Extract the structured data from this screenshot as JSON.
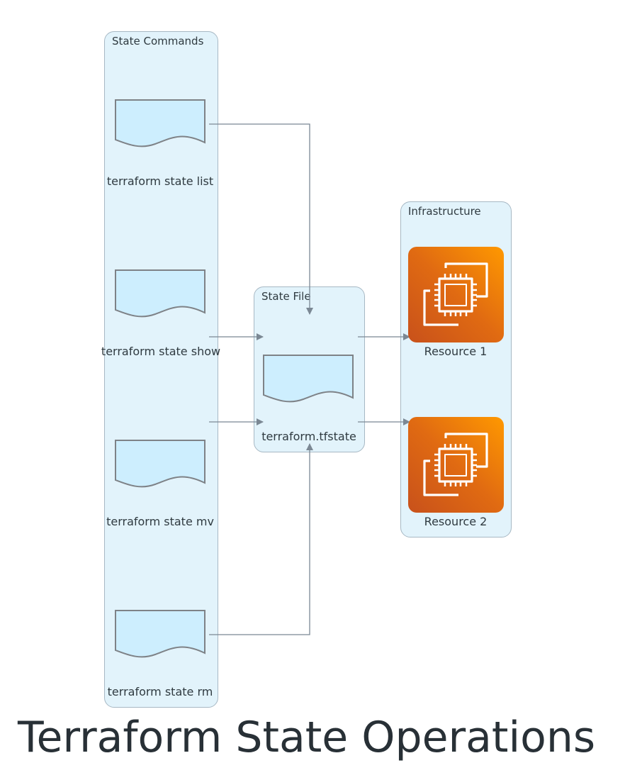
{
  "title": "Terraform State Operations",
  "clusters": {
    "state_commands": "State Commands",
    "state_file": "State File",
    "infrastructure": "Infrastructure"
  },
  "nodes": {
    "list": "terraform state list",
    "show": "terraform state show",
    "mv": "terraform state mv",
    "rm": "terraform state rm",
    "tfstate": "terraform.tfstate",
    "resource1": "Resource 1",
    "resource2": "Resource 2"
  },
  "icons": {
    "command": "document-icon",
    "state": "document-icon",
    "resource": "ec2-instance-icon"
  },
  "colors": {
    "cluster_fill": "#e2f3fb",
    "cluster_border": "#a7b8c4",
    "document_fill": "#cdeefe",
    "document_stroke": "#7e8287",
    "edge": "#7b8894",
    "resource_gradient_start": "#c8511b",
    "resource_gradient_end": "#ff9900",
    "title": "#283036"
  },
  "edges": [
    {
      "from": "list",
      "to": "tfstate"
    },
    {
      "from": "show",
      "to": "tfstate"
    },
    {
      "from": "mv",
      "to": "tfstate"
    },
    {
      "from": "rm",
      "to": "tfstate"
    },
    {
      "from": "tfstate",
      "to": "resource1"
    },
    {
      "from": "tfstate",
      "to": "resource2"
    }
  ]
}
